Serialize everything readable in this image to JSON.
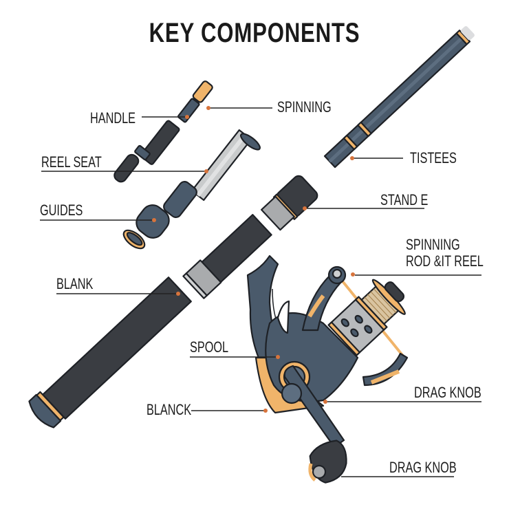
{
  "title": "KEY COMPONENTS",
  "colors": {
    "background": "#ffffff",
    "outline": "#1e2126",
    "slate_blue": "#4a5a6b",
    "slate_blue_light": "#5d6e80",
    "grip_black": "#3a3d42",
    "metal_gray": "#a9abad",
    "metal_light": "#cfd1d2",
    "accent_orange": "#f0b46a",
    "pointer_dot": "#d8743c",
    "leader_line": "#222222"
  },
  "labels_left": [
    {
      "id": "handle",
      "text": "HANDLE"
    },
    {
      "id": "reel-seat",
      "text": "REEL SEAT"
    },
    {
      "id": "guides",
      "text": "GUIDES"
    },
    {
      "id": "blank",
      "text": "BLANK"
    },
    {
      "id": "spool",
      "text": "SPOOL"
    },
    {
      "id": "blanck",
      "text": "BLANCK"
    }
  ],
  "labels_right": [
    {
      "id": "spinning",
      "text": "SPINNING"
    },
    {
      "id": "tistees",
      "text": "TISTEES"
    },
    {
      "id": "stande",
      "text": "STAND E"
    },
    {
      "id": "spinning-rod-reel",
      "line1": "SPINNING",
      "line2": "ROD &IT REEL"
    },
    {
      "id": "drag-knob-1",
      "text": "DRAG KNOB"
    },
    {
      "id": "drag-knob-2",
      "text": "DRAG KNOB"
    }
  ]
}
